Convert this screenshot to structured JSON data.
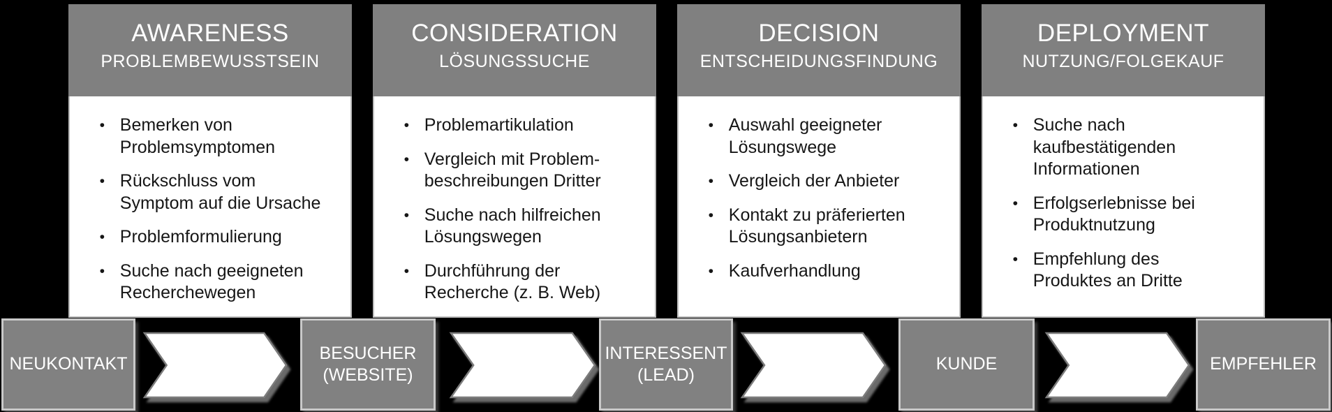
{
  "ui": {
    "bullet_char": "•"
  },
  "colors": {
    "background": "#000000",
    "stage_header_fill": "#808080",
    "stage_body_fill": "#ffffff",
    "panel_border": "#bdbdbd",
    "funnel_box_fill": "#818181",
    "funnel_box_border": "#c9c9c9",
    "chevron_fill": "#ffffff",
    "chevron_stroke": "#7c7c7c",
    "header_text": "#ffffff",
    "body_text": "#161616"
  },
  "stages": [
    {
      "title": "AWARENESS",
      "subtitle": "PROBLEMBEWUSSTSEIN",
      "bullets": [
        "Bemerken von\nProblemsymptomen",
        "Rückschluss vom\nSymptom auf die Ursache",
        "Problemformulierung",
        "Suche nach geeigneten\nRecherchewegen"
      ]
    },
    {
      "title": "CONSIDERATION",
      "subtitle": "LÖSUNGSSUCHE",
      "bullets": [
        "Problemartikulation",
        "Vergleich mit Problem-\nbeschreibungen Dritter",
        "Suche nach hilfreichen\nLösungswegen",
        "Durchführung der\nRecherche (z. B. Web)"
      ]
    },
    {
      "title": "DECISION",
      "subtitle": "ENTSCHEIDUNGSFINDUNG",
      "bullets": [
        "Auswahl geeigneter\nLösungswege",
        "Vergleich der Anbieter",
        "Kontakt zu präferierten\nLösungsanbietern",
        "Kaufverhandlung"
      ]
    },
    {
      "title": "DEPLOYMENT",
      "subtitle": "NUTZUNG/FOLGEKAUF",
      "bullets": [
        "Suche nach\nkaufbestätigenden\nInformationen",
        "Erfolgserlebnisse bei\nProduktnutzung",
        "Empfehlung des\nProduktes an Dritte"
      ]
    }
  ],
  "funnel": {
    "labels": [
      "NEUKONTAKT",
      "BESUCHER\n(WEBSITE)",
      "INTERESSENT\n(LEAD)",
      "KUNDE",
      "EMPFEHLER"
    ]
  }
}
